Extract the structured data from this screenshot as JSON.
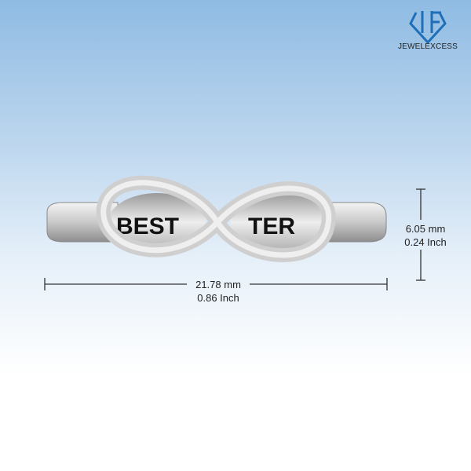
{
  "brand": {
    "name": "JEWELEXCESS",
    "color": "#1f6fb8"
  },
  "engraving": {
    "left": "BEST",
    "right": "TER"
  },
  "dimensions": {
    "width_mm": "21.78 mm",
    "width_in": "0.86 Inch",
    "height_mm": "6.05 mm",
    "height_in": "0.24 Inch"
  }
}
